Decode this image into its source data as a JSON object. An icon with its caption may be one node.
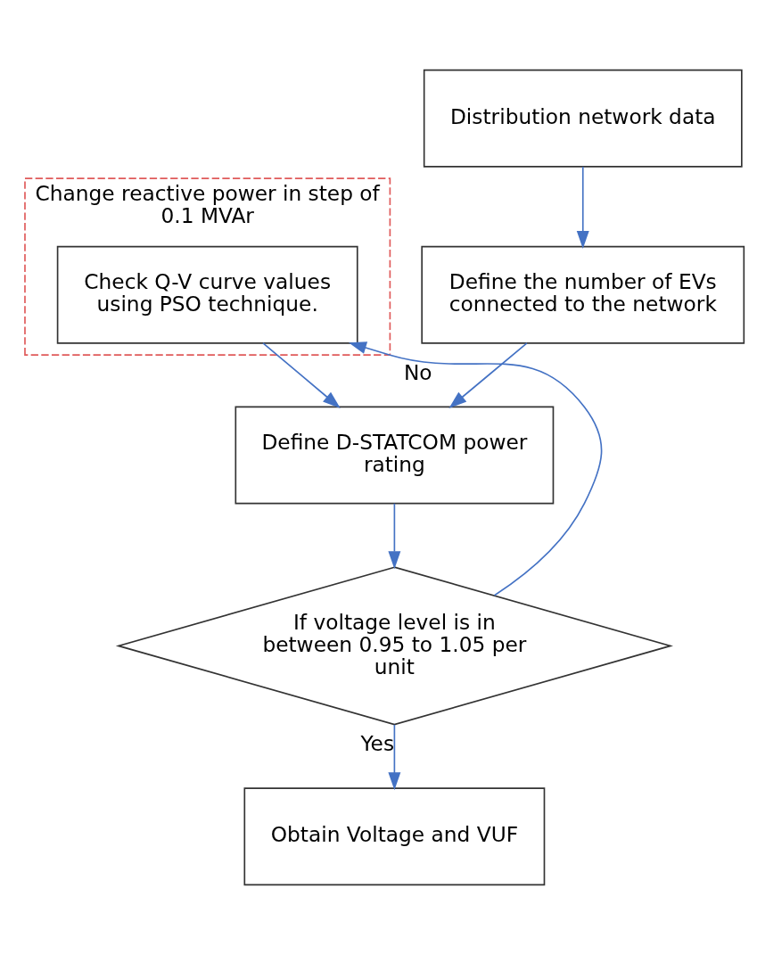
{
  "diagram": {
    "nodes": [
      {
        "text": [
          "Change reactive power in step of 0.1 MVAr"
        ]
      },
      {
        "text": [
          "Check Q-V curve values using PSO technique."
        ],
        "in": 0
      },
      {
        "text": [
          "Distribution network data"
        ]
      },
      {
        "text": [
          "Define the number of EVs connected to the network"
        ]
      },
      {
        "text": [
          "Define D-STATCOM power rating"
        ]
      },
      {
        "text": [
          "If voltage level is in between 0.95 to 1.05 per unit"
        ]
      },
      {
        "text": [
          "Obtain Voltage and VUF"
        ]
      }
    ],
    "edges": [
      {
        "from": 2,
        "to": 3,
        "arrow": "to"
      },
      {
        "from": 3,
        "to": 4,
        "arrow": "to"
      },
      {
        "from": 1,
        "to": 4,
        "arrow": "to"
      },
      {
        "from": 4,
        "to": 5,
        "arrow": "to"
      },
      {
        "from": 5,
        "to": 1,
        "arrow": "to",
        "label": "No"
      },
      {
        "from": 5,
        "to": 6,
        "arrow": "to",
        "label": "Yes"
      }
    ]
  }
}
